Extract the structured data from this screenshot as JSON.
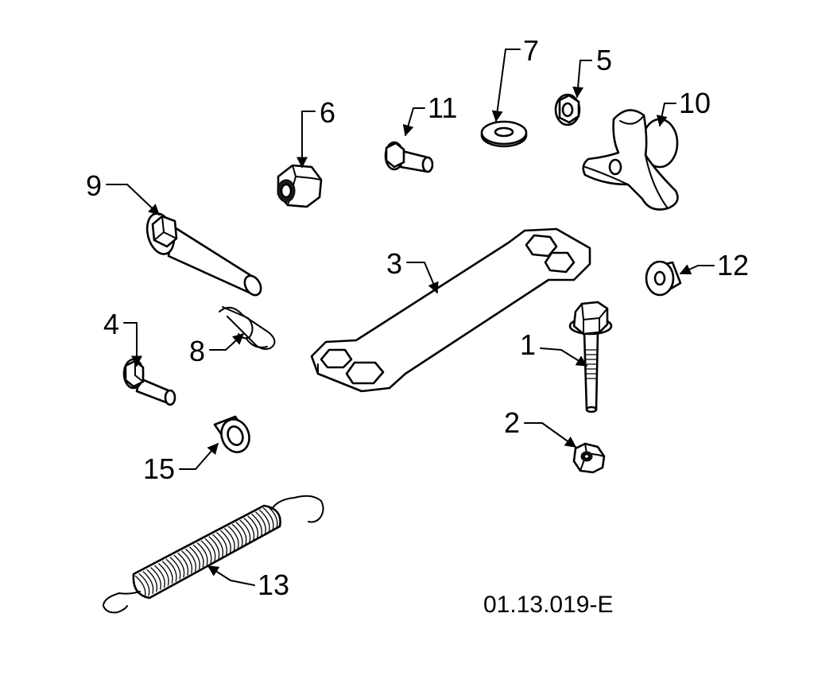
{
  "diagram": {
    "drawing_code": "01.13.019-E",
    "callouts": [
      {
        "id": "c1",
        "label": "1"
      },
      {
        "id": "c2",
        "label": "2"
      },
      {
        "id": "c3",
        "label": "3"
      },
      {
        "id": "c4",
        "label": "4"
      },
      {
        "id": "c5",
        "label": "5"
      },
      {
        "id": "c6",
        "label": "6"
      },
      {
        "id": "c7",
        "label": "7"
      },
      {
        "id": "c8",
        "label": "8"
      },
      {
        "id": "c9",
        "label": "9"
      },
      {
        "id": "c10",
        "label": "10"
      },
      {
        "id": "c11",
        "label": "11"
      },
      {
        "id": "c12",
        "label": "12"
      },
      {
        "id": "c13",
        "label": "13"
      },
      {
        "id": "c15",
        "label": "15"
      }
    ]
  }
}
